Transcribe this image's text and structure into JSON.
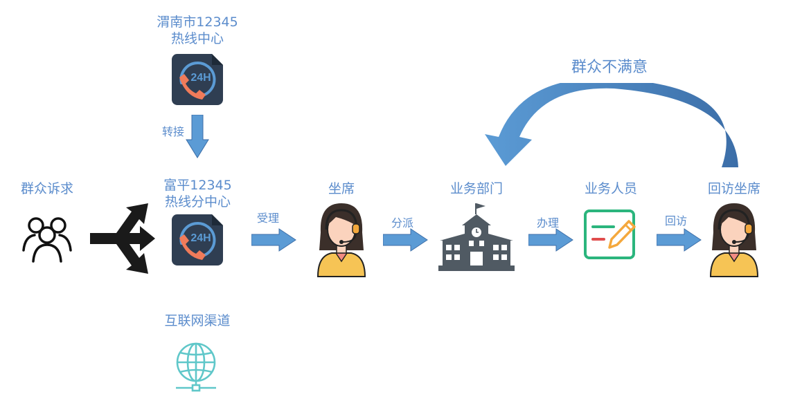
{
  "nodes": {
    "weinan_line1": "渭南市12345",
    "weinan_line2": "热线中心",
    "fuping_line1": "富平12345",
    "fuping_line2": "热线分中心",
    "public_demand": "群众诉求",
    "internet_channel": "互联网渠道",
    "agent": "坐席",
    "business_dept": "业务部门",
    "business_staff": "业务人员",
    "callback_agent": "回访坐席"
  },
  "edges": {
    "transfer": "转接",
    "accept": "受理",
    "dispatch": "分派",
    "handle": "办理",
    "callback": "回访",
    "dissatisfied": "群众不满意"
  },
  "icons": {
    "hotline_badge": "24H"
  },
  "colors": {
    "label_blue": "#5b8ccc",
    "arrow_blue": "#5b9bd5",
    "arrow_blue_dark": "#3c6ea8",
    "phone_tile": "#2f3e52",
    "phone_orange": "#f07b5a",
    "globe_teal": "#5fc7c9",
    "building_gray": "#505a63",
    "form_green": "#2bb57d",
    "pen_orange": "#f4a83d",
    "agent_shirt": "#f6c455",
    "agent_hair": "#3b2f2a",
    "agent_skin": "#fbd3bd"
  }
}
